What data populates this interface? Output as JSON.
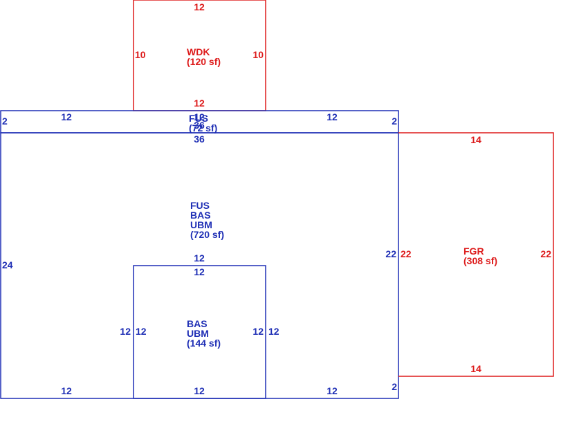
{
  "colors": {
    "blue": "#1f2fb5",
    "red": "#dd1b1b"
  },
  "areas": {
    "wdk": {
      "name": "WDK",
      "area": "(120 sf)"
    },
    "fus_strip": {
      "name": "FUS",
      "area": "(72 sf)"
    },
    "main": {
      "line1": "FUS",
      "line2": "BAS",
      "line3": "UBM",
      "area": "(720 sf)"
    },
    "inner": {
      "line1": "BAS",
      "line2": "UBM",
      "area": "(144 sf)"
    },
    "fgr": {
      "name": "FGR",
      "area": "(308 sf)"
    }
  },
  "dims": {
    "wdk_top": "12",
    "wdk_left": "10",
    "wdk_right": "10",
    "wdk_bottom": "12",
    "strip_left": "2",
    "strip_top_left": "12",
    "strip_top_mid": "12",
    "strip_top_right": "12",
    "strip_right": "2",
    "strip_inner": "36",
    "strip_bottom": "36",
    "main_left": "24",
    "main_right": "22",
    "main_corner": "2",
    "main_bottom_left": "12",
    "main_bottom_mid": "12",
    "main_bottom_right": "12",
    "inner_top_out": "12",
    "inner_top_in": "12",
    "inner_left_out": "12",
    "inner_left_in": "12",
    "inner_right_in": "12",
    "inner_right_out": "12",
    "fgr_top": "14",
    "fgr_left": "22",
    "fgr_right": "22",
    "fgr_bottom": "14"
  }
}
